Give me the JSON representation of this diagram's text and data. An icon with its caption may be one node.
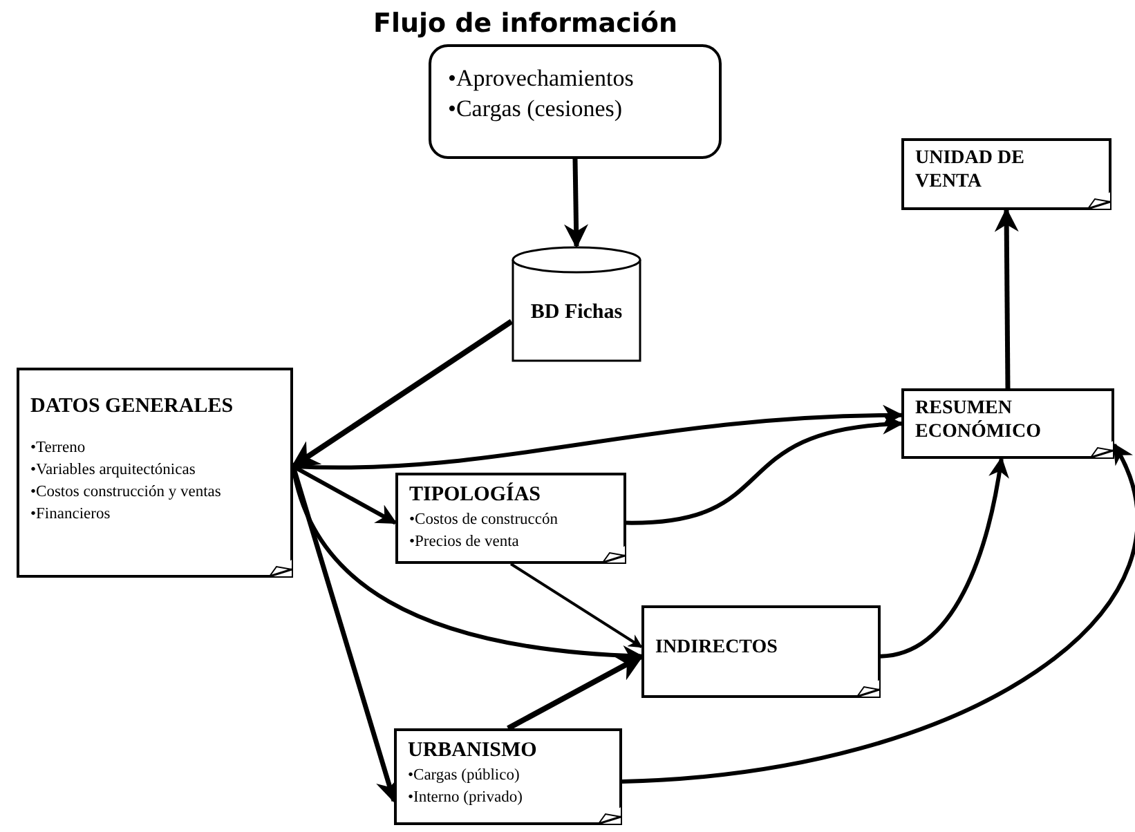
{
  "diagram": {
    "title": "Flujo de información",
    "nodes": [
      {
        "text": [
          "•Aprovechamientos",
          "•Cargas (cesiones)"
        ]
      },
      {
        "text": [
          "BD Fichas"
        ]
      },
      {
        "text": [
          "DATOS GENERALES",
          "•Terreno",
          "•Variables arquitectónicas",
          "•Costos construcción y ventas",
          "•Financieros"
        ]
      },
      {
        "text": [
          "TIPOLOGÍAS",
          "•Costos de construccón",
          "•Precios de venta"
        ]
      },
      {
        "text": [
          "INDIRECTOS"
        ]
      },
      {
        "text": [
          "URBANISMO",
          "•Cargas (público)",
          "•Interno (privado)"
        ]
      },
      {
        "text": [
          "RESUMEN ECONÓMICO"
        ]
      },
      {
        "text": [
          "UNIDAD DE VENTA"
        ]
      }
    ],
    "edges": [
      {
        "from": 0,
        "to": 1,
        "arrow": "to"
      },
      {
        "from": 1,
        "to": 2,
        "arrow": "to"
      },
      {
        "from": 2,
        "to": 6,
        "arrow": "to"
      },
      {
        "from": 2,
        "to": 3,
        "arrow": "to"
      },
      {
        "from": 2,
        "to": 4,
        "arrow": "to"
      },
      {
        "from": 2,
        "to": 5,
        "arrow": "to"
      },
      {
        "from": 3,
        "to": 6,
        "arrow": "to"
      },
      {
        "from": 3,
        "to": 4,
        "arrow": "to"
      },
      {
        "from": 5,
        "to": 4,
        "arrow": "to"
      },
      {
        "from": 4,
        "to": 6,
        "arrow": "to"
      },
      {
        "from": 5,
        "to": 6,
        "arrow": "to"
      },
      {
        "from": 6,
        "to": 7,
        "arrow": "to"
      }
    ]
  }
}
